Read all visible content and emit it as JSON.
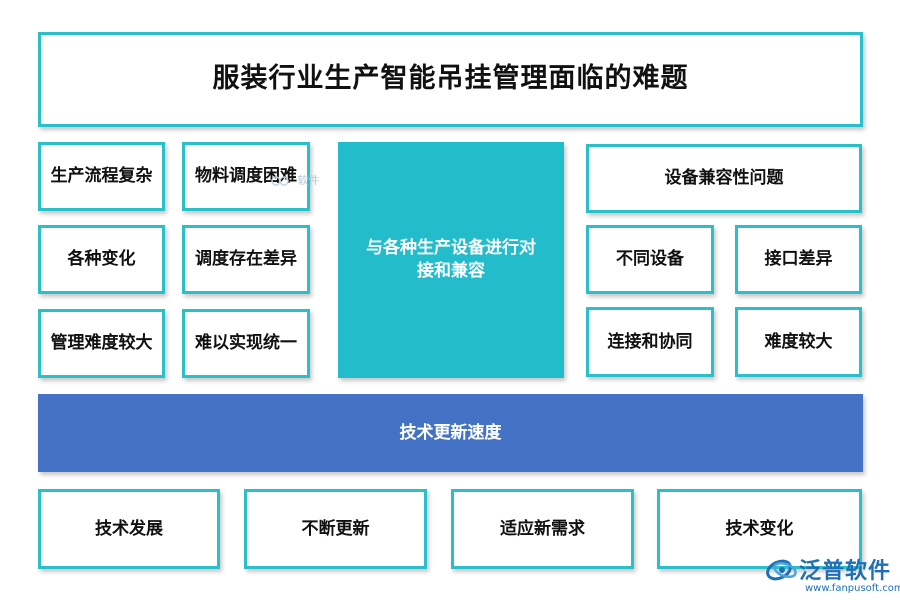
{
  "title": "服装行业生产智能吊挂管理面临的难题",
  "left_group": {
    "col1": [
      "生产流程复杂",
      "各种变化",
      "管理难度较大"
    ],
    "col2": [
      "物料调度困难",
      "调度存在差异",
      "难以实现统一"
    ]
  },
  "center": {
    "text": "与各种生产设备进行对接和兼容"
  },
  "right_group": {
    "header": "设备兼容性问题",
    "row1": [
      "不同设备",
      "接口差异"
    ],
    "row2": [
      "连接和协同",
      "难度较大"
    ]
  },
  "band": {
    "text": "技术更新速度"
  },
  "bottom": [
    "技术发展",
    "不断更新",
    "适应新需求",
    "技术变化"
  ],
  "watermark": "软件",
  "logo": {
    "name": "泛普软件",
    "url": "www.fanpusoft.com"
  },
  "colors": {
    "border": "#2bbfc9",
    "teal_fill": "#22bccb",
    "blue_fill": "#4472c4",
    "logo": "#1f6fb8"
  }
}
